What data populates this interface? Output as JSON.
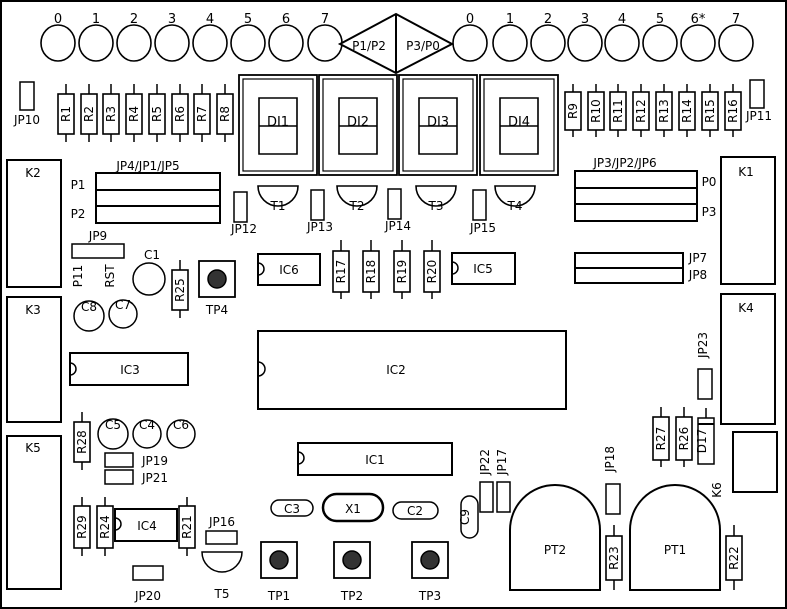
{
  "led_top_labels_left": [
    "0",
    "1",
    "2",
    "3",
    "4",
    "5",
    "6",
    "7"
  ],
  "led_top_labels_right": [
    "0",
    "1",
    "2",
    "3",
    "4",
    "5",
    "6*",
    "7"
  ],
  "diamond_left_label": "P1/P2",
  "diamond_right_label": "P3/P0",
  "resistors_left": [
    "R1",
    "R2",
    "R3",
    "R4",
    "R5",
    "R6",
    "R7",
    "R8"
  ],
  "resistors_right": [
    "R9",
    "R10",
    "R11",
    "R12",
    "R13",
    "R14",
    "R15",
    "R16"
  ],
  "resistors_mid": [
    "R17",
    "R18",
    "R19",
    "R20"
  ],
  "displays": [
    "DI1",
    "DI2",
    "DI3",
    "DI4"
  ],
  "transistors": [
    "T1",
    "T2",
    "T3",
    "T4"
  ],
  "jumper_labels": {
    "jp10": "JP10",
    "jp11": "JP11",
    "jp12": "JP12",
    "jp13": "JP13",
    "jp14": "JP14",
    "jp15": "JP15",
    "jp9": "JP9",
    "jp7": "JP7",
    "jp8": "JP8",
    "jp23": "JP23",
    "jp19": "JP19",
    "jp21": "JP21",
    "jp16": "JP16",
    "jp20": "JP20",
    "jp22": "JP22",
    "jp17": "JP17",
    "jp18": "JP18"
  },
  "header_left": {
    "title": "JP4/JP1/JP5",
    "row1": "P1",
    "row2": "P2"
  },
  "header_right": {
    "title": "JP3/JP2/JP6",
    "row1": "P0",
    "row2": "P3"
  },
  "connectors": {
    "k1": "K1",
    "k2": "K2",
    "k3": "K3",
    "k4": "K4",
    "k5": "K5",
    "k6": "K6"
  },
  "chips": {
    "ic1": "IC1",
    "ic2": "IC2",
    "ic3": "IC3",
    "ic4": "IC4",
    "ic5": "IC5",
    "ic6": "IC6"
  },
  "capacitors": {
    "c1": "C1",
    "c2": "C2",
    "c3": "C3",
    "c4": "C4",
    "c5": "C5",
    "c6": "C6",
    "c7": "C7",
    "c8": "C8",
    "c9": "C9"
  },
  "misc_resistors": {
    "r21": "R21",
    "r22": "R22",
    "r23": "R23",
    "r24": "R24",
    "r25": "R25",
    "r26": "R26",
    "r27": "R27",
    "r28": "R28",
    "r29": "R29"
  },
  "diode": "D17",
  "crystal": "X1",
  "pins": {
    "p11": "P11",
    "rst": "RST"
  },
  "test_points": {
    "tp1": "TP1",
    "tp2": "TP2",
    "tp3": "TP3",
    "tp4": "TP4"
  },
  "t5": "T5",
  "potentiometers": {
    "pt1": "PT1",
    "pt2": "PT2"
  }
}
